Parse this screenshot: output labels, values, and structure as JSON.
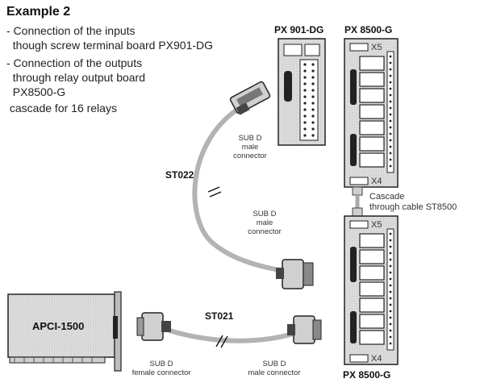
{
  "title": "Example 2",
  "bullets": [
    "- Connection of the inputs",
    "  though screw terminal board PX901-DG",
    "- Connection of the outputs",
    "  through relay output board",
    "  PX8500-G",
    " cascade for 16 relays"
  ],
  "boards": {
    "px901_label": "PX 901-DG",
    "px8500_top_label": "PX 8500-G",
    "px8500_bottom_label": "PX 8500-G",
    "apci_label": "APCI-1500",
    "x5_top": "X5",
    "x4_top": "X4",
    "x5_bottom": "X5",
    "x4_bottom": "X4"
  },
  "cables": {
    "st022": "ST022",
    "st021": "ST021",
    "cascade_line1": "Cascade",
    "cascade_line2": "through cable ST8500"
  },
  "connectors": {
    "top_male": [
      "SUB D",
      "male",
      "connector"
    ],
    "mid_male": [
      "SUB D",
      "male",
      "connector"
    ],
    "female": [
      "SUB D",
      "female connector"
    ],
    "bottom_male": [
      "SUB D",
      "male connector"
    ]
  }
}
